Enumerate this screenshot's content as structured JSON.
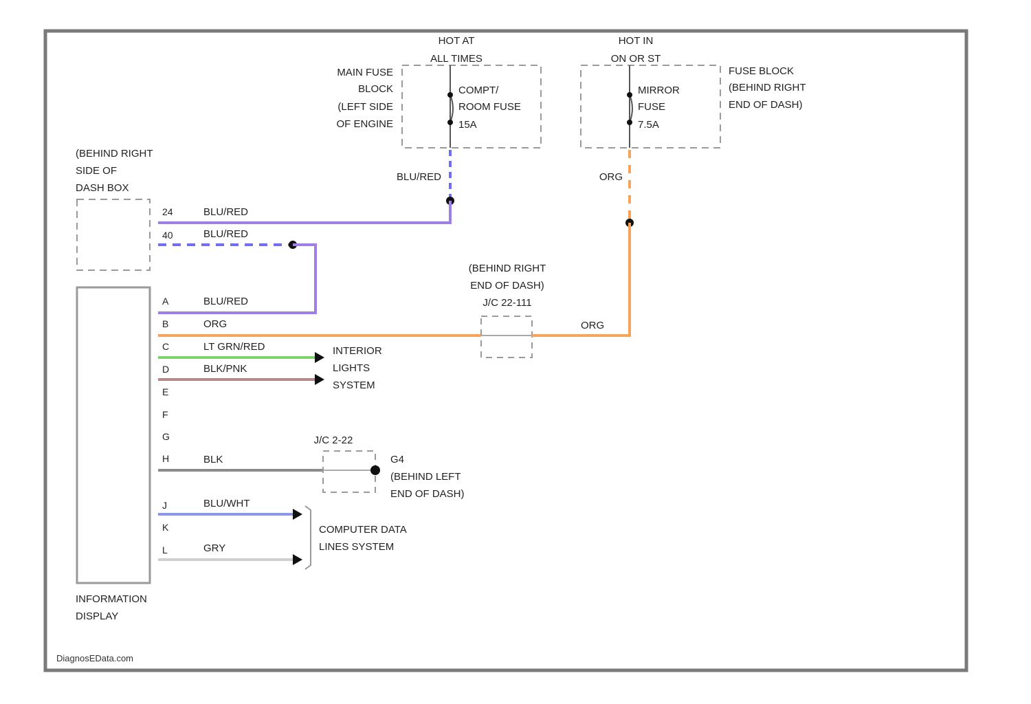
{
  "colors": {
    "border": "#7a7a7a",
    "box": "#9a9a9a",
    "blu_red": "#9f7fe6",
    "blu_red_dash": "#6f6ff0",
    "org": "#f7a35c",
    "lt_grn_red": "#7fd16e",
    "blk_pnk": "#b58a8a",
    "blk": "#8c8c8c",
    "blu_wht": "#8a96ea",
    "gry": "#cfcfcf",
    "dot": "#111111",
    "text": "#222222"
  },
  "power": {
    "hot_at_all_times": [
      "HOT AT",
      "ALL TIMES"
    ],
    "hot_in_on_or_st": [
      "HOT IN",
      "ON OR ST"
    ]
  },
  "main_fuse_block": {
    "label": [
      "MAIN FUSE",
      "BLOCK",
      "(LEFT SIDE",
      "OF ENGINE"
    ],
    "fuse": [
      "COMPT/",
      "ROOM FUSE",
      "15A"
    ]
  },
  "fuse_block": {
    "label": [
      "FUSE BLOCK",
      "(BEHIND RIGHT",
      "END OF DASH)"
    ],
    "fuse": [
      "MIRROR",
      "FUSE",
      "7.5A"
    ]
  },
  "connector_top": {
    "label": [
      "(BEHIND RIGHT",
      "SIDE OF",
      "DASH BOX"
    ],
    "pins": [
      "24",
      "40"
    ]
  },
  "joint_connector_1": {
    "label": [
      "(BEHIND RIGHT",
      "END OF DASH)"
    ],
    "id": "J/C 22-111"
  },
  "joint_connector_2": {
    "id": "J/C 2-22"
  },
  "ground": {
    "id": "G4",
    "label": [
      "(BEHIND LEFT",
      "END OF DASH)"
    ]
  },
  "info_display": {
    "label": [
      "INFORMATION",
      "DISPLAY"
    ],
    "pins": [
      "A",
      "B",
      "C",
      "D",
      "E",
      "F",
      "G",
      "H",
      "J",
      "K",
      "L"
    ]
  },
  "wires": {
    "w24": "BLU/RED",
    "w40": "BLU/RED",
    "fuse_out_1": "BLU/RED",
    "fuse_out_2": "ORG",
    "pinA": "BLU/RED",
    "pinB": "ORG",
    "pinB_right": "ORG",
    "pinC": "LT GRN/RED",
    "pinD": "BLK/PNK",
    "pinH": "BLK",
    "pinJ": "BLU/WHT",
    "pinL": "GRY"
  },
  "destinations": {
    "interior_lights": [
      "INTERIOR",
      "LIGHTS",
      "SYSTEM"
    ],
    "computer_data": [
      "COMPUTER DATA",
      "LINES SYSTEM"
    ]
  },
  "source": "DiagnosEData.com"
}
